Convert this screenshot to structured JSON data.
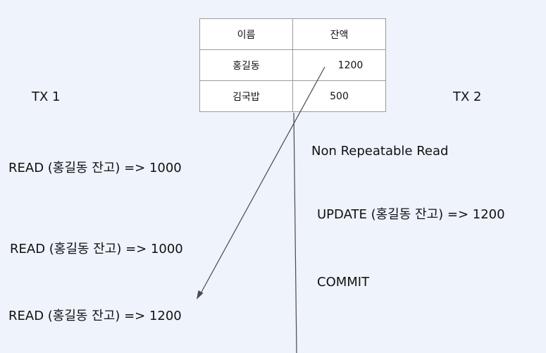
{
  "table": {
    "headers": [
      "이름",
      "잔액"
    ],
    "rows": [
      {
        "name": "홍길동",
        "balance": "1200"
      },
      {
        "name": "김국밥",
        "balance": "500"
      }
    ]
  },
  "tx1": {
    "title": "TX 1",
    "steps": [
      "READ (홍길동 잔고)  => 1000",
      "READ (홍길동 잔고)  => 1000",
      "READ (홍길동 잔고)  => 1200"
    ]
  },
  "tx2": {
    "title": "TX 2",
    "annotation": "Non Repeatable Read",
    "steps": [
      "UPDATE (홍길동 잔고)  => 1200",
      "COMMIT"
    ]
  },
  "colors": {
    "background": "#eef3fc",
    "line": "#4a4a4a",
    "table_border": "#9a9a9a"
  }
}
